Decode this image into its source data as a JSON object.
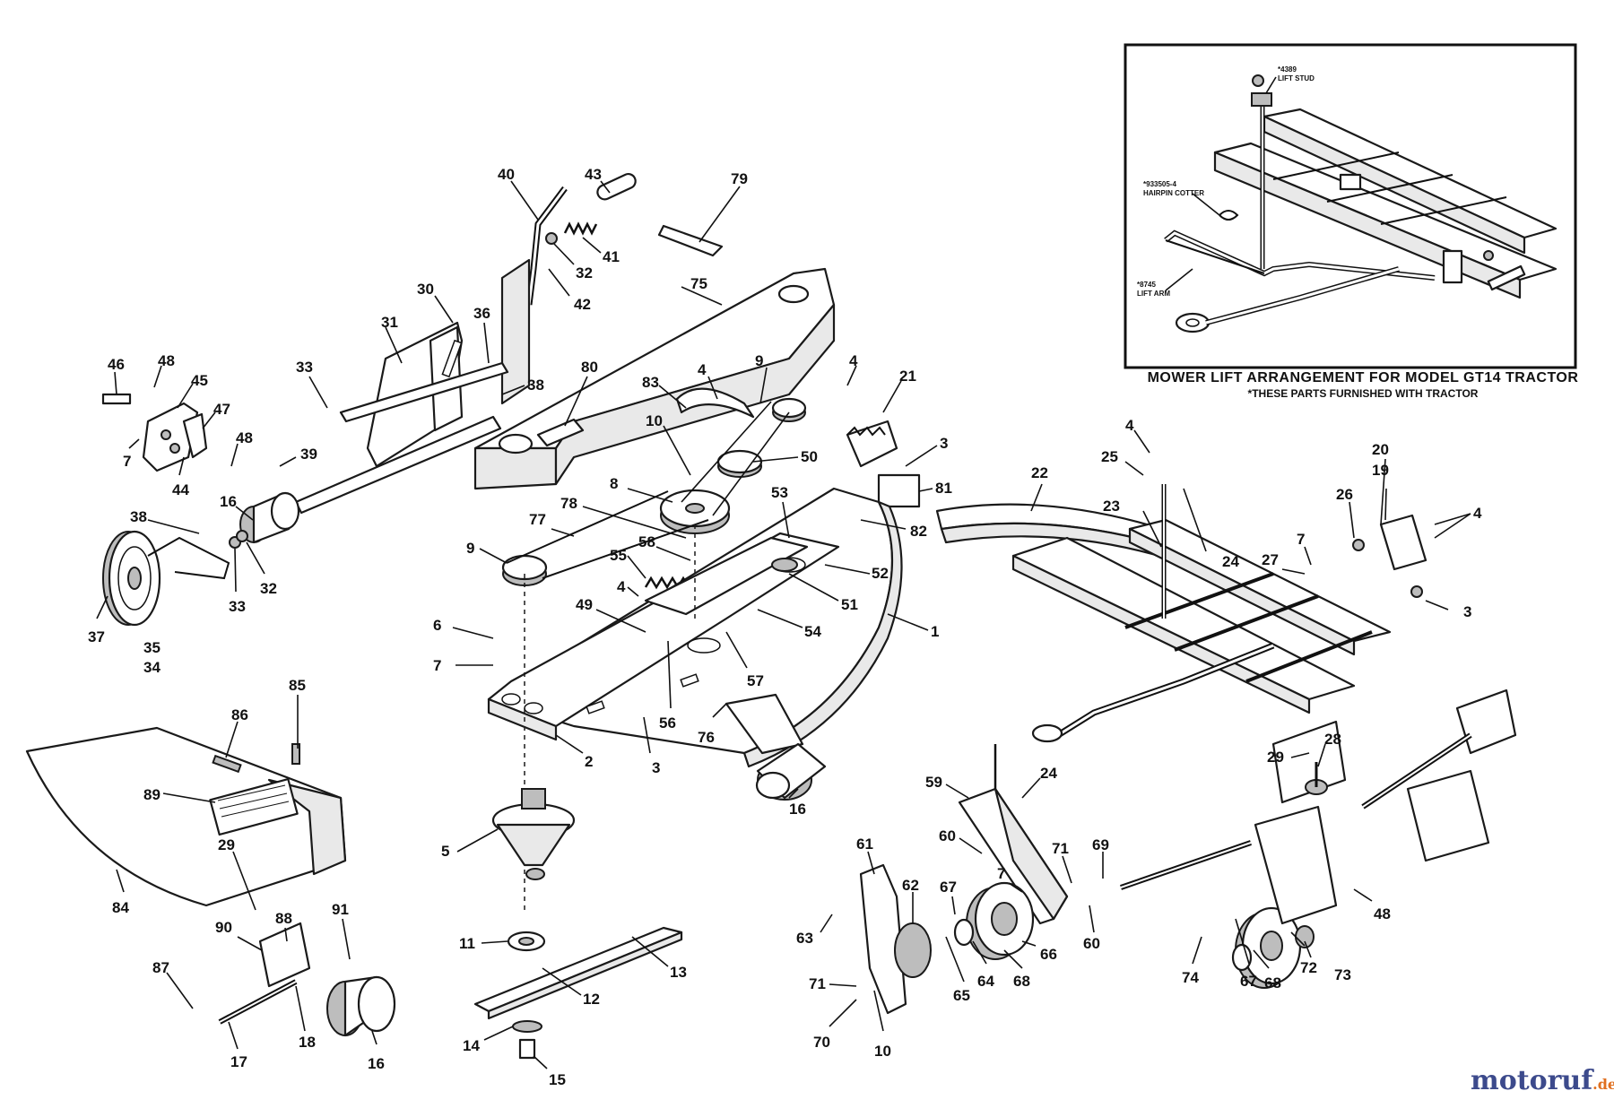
{
  "inset": {
    "title": "MOWER LIFT ARRANGEMENT FOR MODEL GT14 TRACTOR",
    "subtitle": "*THESE PARTS FURNISHED WITH TRACTOR",
    "labels": [
      {
        "id": "lift_stud",
        "line1": "*4389",
        "line2": "LIFT STUD"
      },
      {
        "id": "hairpin",
        "line1": "*933505-4",
        "line2": "HAIRPIN COTTER"
      },
      {
        "id": "lift_arm",
        "line1": "*8745",
        "line2": "LIFT ARM"
      }
    ]
  },
  "callouts": [
    {
      "id": "c40",
      "text": "40"
    },
    {
      "id": "c43",
      "text": "43"
    },
    {
      "id": "c79",
      "text": "79"
    },
    {
      "id": "c41",
      "text": "41"
    },
    {
      "id": "c32a",
      "text": "32"
    },
    {
      "id": "c42",
      "text": "42"
    },
    {
      "id": "c75",
      "text": "75"
    },
    {
      "id": "c30",
      "text": "30"
    },
    {
      "id": "c31",
      "text": "31"
    },
    {
      "id": "c36",
      "text": "36"
    },
    {
      "id": "c38a",
      "text": "38"
    },
    {
      "id": "c33a",
      "text": "33"
    },
    {
      "id": "c46",
      "text": "46"
    },
    {
      "id": "c48a",
      "text": "48"
    },
    {
      "id": "c45",
      "text": "45"
    },
    {
      "id": "c47",
      "text": "47"
    },
    {
      "id": "c48b",
      "text": "48"
    },
    {
      "id": "c7a",
      "text": "7"
    },
    {
      "id": "c44",
      "text": "44"
    },
    {
      "id": "c39",
      "text": "39"
    },
    {
      "id": "c16a",
      "text": "16"
    },
    {
      "id": "c38b",
      "text": "38"
    },
    {
      "id": "c33b",
      "text": "33"
    },
    {
      "id": "c32b",
      "text": "32"
    },
    {
      "id": "c37",
      "text": "37"
    },
    {
      "id": "c35",
      "text": "35"
    },
    {
      "id": "c34",
      "text": "34"
    },
    {
      "id": "c80",
      "text": "80"
    },
    {
      "id": "c83",
      "text": "83"
    },
    {
      "id": "c4a",
      "text": "4"
    },
    {
      "id": "c9a",
      "text": "9"
    },
    {
      "id": "c10a",
      "text": "10"
    },
    {
      "id": "c50",
      "text": "50"
    },
    {
      "id": "c4b",
      "text": "4"
    },
    {
      "id": "c21",
      "text": "21"
    },
    {
      "id": "c3a",
      "text": "3"
    },
    {
      "id": "c8",
      "text": "8"
    },
    {
      "id": "c81",
      "text": "81"
    },
    {
      "id": "c78",
      "text": "78"
    },
    {
      "id": "c53",
      "text": "53"
    },
    {
      "id": "c77",
      "text": "77"
    },
    {
      "id": "c82",
      "text": "82"
    },
    {
      "id": "c9b",
      "text": "9"
    },
    {
      "id": "c58",
      "text": "58"
    },
    {
      "id": "c55",
      "text": "55"
    },
    {
      "id": "c52",
      "text": "52"
    },
    {
      "id": "c4c",
      "text": "4"
    },
    {
      "id": "c51",
      "text": "51"
    },
    {
      "id": "c49",
      "text": "49"
    },
    {
      "id": "c54",
      "text": "54"
    },
    {
      "id": "c6",
      "text": "6"
    },
    {
      "id": "c7b",
      "text": "7"
    },
    {
      "id": "c1",
      "text": "1"
    },
    {
      "id": "c57",
      "text": "57"
    },
    {
      "id": "c56",
      "text": "56"
    },
    {
      "id": "c76",
      "text": "76"
    },
    {
      "id": "c2",
      "text": "2"
    },
    {
      "id": "c3b",
      "text": "3"
    },
    {
      "id": "c16b",
      "text": "16"
    },
    {
      "id": "c85",
      "text": "85"
    },
    {
      "id": "c86",
      "text": "86"
    },
    {
      "id": "c89",
      "text": "89"
    },
    {
      "id": "c5",
      "text": "5"
    },
    {
      "id": "c84",
      "text": "84"
    },
    {
      "id": "c29a",
      "text": "29"
    },
    {
      "id": "c88",
      "text": "88"
    },
    {
      "id": "c91",
      "text": "91"
    },
    {
      "id": "c90",
      "text": "90"
    },
    {
      "id": "c87",
      "text": "87"
    },
    {
      "id": "c18",
      "text": "18"
    },
    {
      "id": "c17",
      "text": "17"
    },
    {
      "id": "c16c",
      "text": "16"
    },
    {
      "id": "c11",
      "text": "11"
    },
    {
      "id": "c13",
      "text": "13"
    },
    {
      "id": "c12",
      "text": "12"
    },
    {
      "id": "c14",
      "text": "14"
    },
    {
      "id": "c15",
      "text": "15"
    },
    {
      "id": "c22",
      "text": "22"
    },
    {
      "id": "c4d",
      "text": "4"
    },
    {
      "id": "c25",
      "text": "25"
    },
    {
      "id": "c23",
      "text": "23"
    },
    {
      "id": "c24a",
      "text": "24"
    },
    {
      "id": "c20",
      "text": "20"
    },
    {
      "id": "c19",
      "text": "19"
    },
    {
      "id": "c26",
      "text": "26"
    },
    {
      "id": "c4e",
      "text": "4"
    },
    {
      "id": "c7c",
      "text": "7"
    },
    {
      "id": "c27",
      "text": "27"
    },
    {
      "id": "c3c",
      "text": "3"
    },
    {
      "id": "c29b",
      "text": "29"
    },
    {
      "id": "c28",
      "text": "28"
    },
    {
      "id": "c59",
      "text": "59"
    },
    {
      "id": "c24b",
      "text": "24"
    },
    {
      "id": "c60a",
      "text": "60"
    },
    {
      "id": "c71a",
      "text": "71"
    },
    {
      "id": "c69",
      "text": "69"
    },
    {
      "id": "c61",
      "text": "61"
    },
    {
      "id": "c62",
      "text": "62"
    },
    {
      "id": "c67a",
      "text": "67"
    },
    {
      "id": "c7d",
      "text": "7"
    },
    {
      "id": "c63",
      "text": "63"
    },
    {
      "id": "c66",
      "text": "66"
    },
    {
      "id": "c60b",
      "text": "60"
    },
    {
      "id": "c65",
      "text": "65"
    },
    {
      "id": "c64",
      "text": "64"
    },
    {
      "id": "c68a",
      "text": "68"
    },
    {
      "id": "c71b",
      "text": "71"
    },
    {
      "id": "c70",
      "text": "70"
    },
    {
      "id": "c10b",
      "text": "10"
    },
    {
      "id": "c48c",
      "text": "48"
    },
    {
      "id": "c74",
      "text": "74"
    },
    {
      "id": "c67b",
      "text": "67"
    },
    {
      "id": "c68b",
      "text": "68"
    },
    {
      "id": "c72",
      "text": "72"
    },
    {
      "id": "c73",
      "text": "73"
    }
  ],
  "watermark": {
    "main": "motoruf",
    "suffix": ".de"
  }
}
